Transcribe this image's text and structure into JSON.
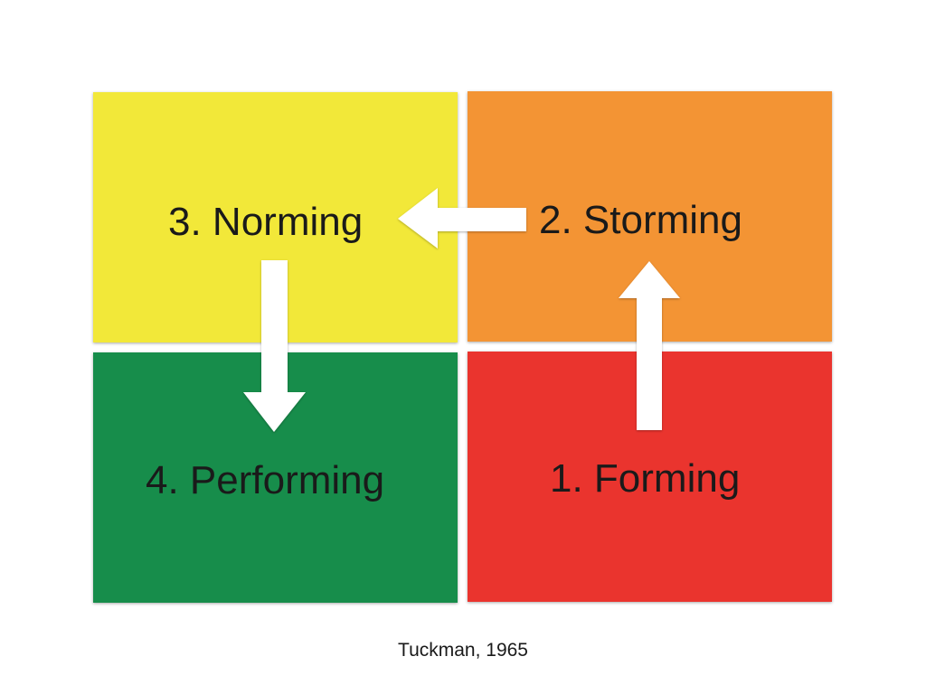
{
  "diagram": {
    "stages": [
      {
        "id": "forming",
        "label": "1. Forming",
        "color": "#EA342E"
      },
      {
        "id": "storming",
        "label": "2. Storming",
        "color": "#F39434"
      },
      {
        "id": "norming",
        "label": "3. Norming",
        "color": "#F2E839"
      },
      {
        "id": "performing",
        "label": "4. Performing",
        "color": "#178D4B"
      }
    ],
    "flow": [
      "forming",
      "storming",
      "norming",
      "performing"
    ],
    "arrow_color": "#FFFFFF"
  },
  "citation": "Tuckman, 1965"
}
